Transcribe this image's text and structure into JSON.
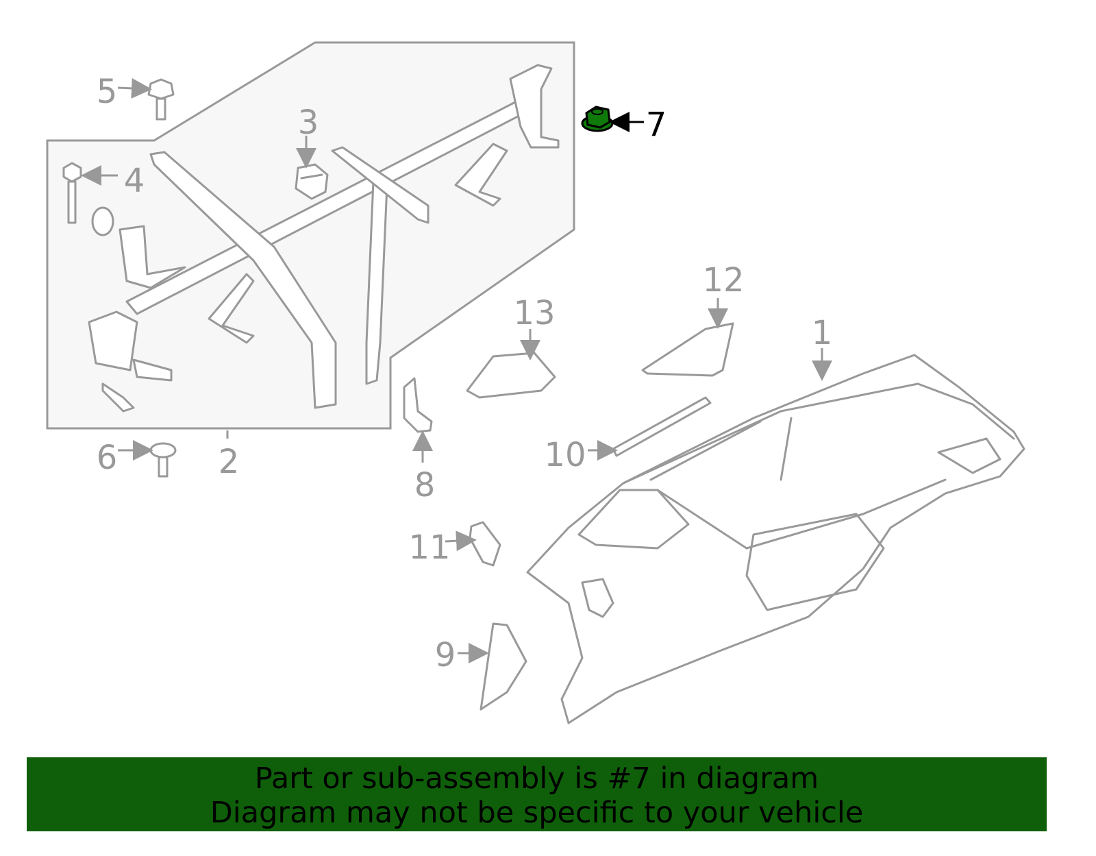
{
  "callouts": {
    "c1": "1",
    "c2": "2",
    "c3": "3",
    "c4": "4",
    "c5": "5",
    "c6": "6",
    "c7": "7",
    "c8": "8",
    "c9": "9",
    "c10": "10",
    "c11": "11",
    "c12": "12",
    "c13": "13"
  },
  "highlighted_part": "7",
  "colors": {
    "highlight": "#0f7a0a",
    "banner": "#0f5f0a",
    "line": "#999999"
  },
  "banner": {
    "line1": "Part or sub-assembly is #7 in diagram",
    "line2": "Diagram may not be specific to your vehicle"
  }
}
